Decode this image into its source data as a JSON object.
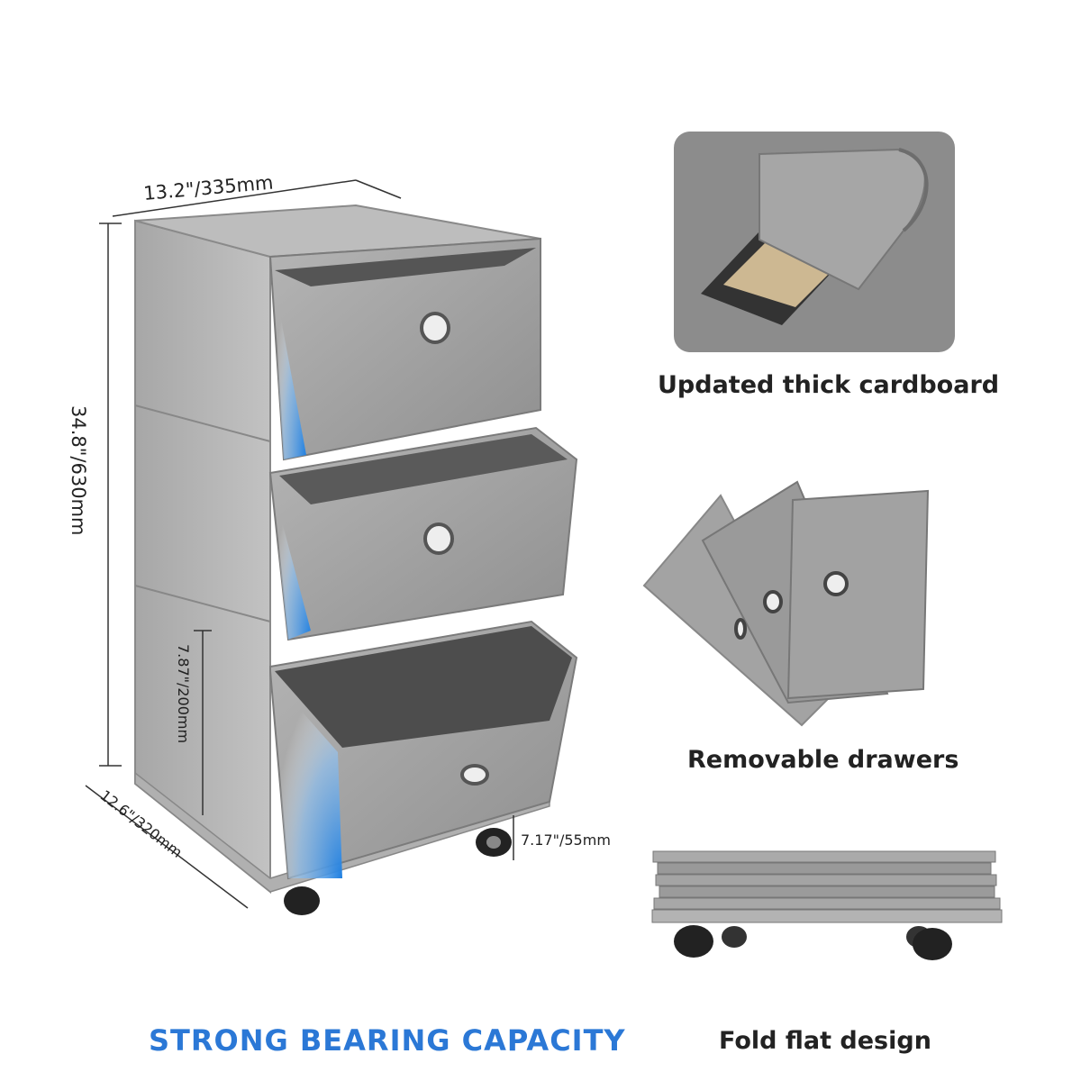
{
  "dimensions": {
    "width": "13.2\"/335mm",
    "height": "34.8\"/630mm",
    "depth": "12.6\"/320mm",
    "drawer_height": "7.87\"/200mm",
    "wheel_height": "7.17\"/55mm"
  },
  "features": [
    {
      "caption": "Updated thick cardboard"
    },
    {
      "caption": "Removable drawers"
    },
    {
      "caption": "Fold flat design"
    }
  ],
  "headline": "STRONG BEARING CAPACITY",
  "colors": {
    "fabric": "#9c9c9c",
    "accent": "#2b78d6",
    "text": "#222222"
  }
}
